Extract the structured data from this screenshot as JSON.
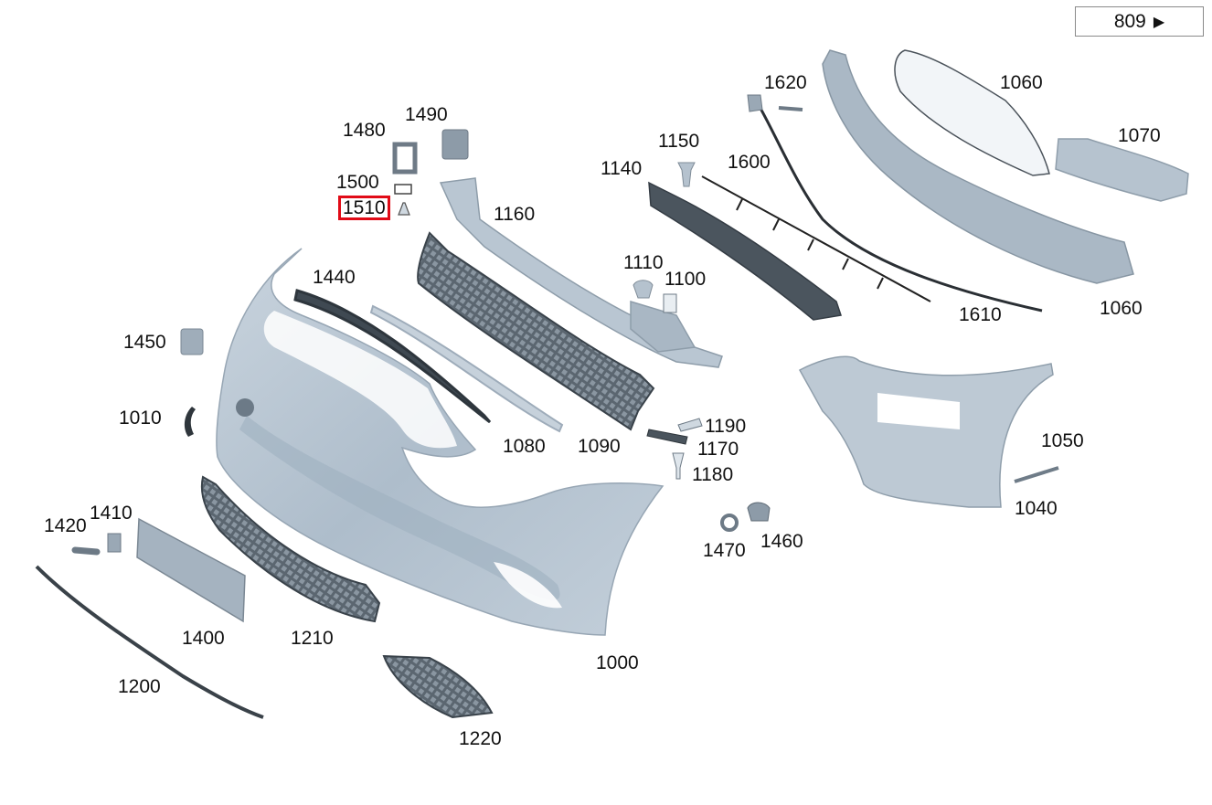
{
  "page_ref": {
    "number": "809",
    "arrow_icon": "right-arrow-icon"
  },
  "highlighted_part": "1510",
  "colors": {
    "part_fill": "#b7c5d2",
    "part_dark": "#5d6a75",
    "part_mid": "#8b9aa8",
    "highlight": "#e10b17"
  },
  "labels": {
    "p1000": "1000",
    "p1010": "1010",
    "p1040": "1040",
    "p1050": "1050",
    "p1060a": "1060",
    "p1060b": "1060",
    "p1070": "1070",
    "p1080": "1080",
    "p1090": "1090",
    "p1100": "1100",
    "p1110": "1110",
    "p1140": "1140",
    "p1150": "1150",
    "p1160": "1160",
    "p1170": "1170",
    "p1180": "1180",
    "p1190": "1190",
    "p1200": "1200",
    "p1210": "1210",
    "p1220": "1220",
    "p1400": "1400",
    "p1410": "1410",
    "p1420": "1420",
    "p1440": "1440",
    "p1450": "1450",
    "p1460": "1460",
    "p1470": "1470",
    "p1480": "1480",
    "p1490": "1490",
    "p1500": "1500",
    "p1510": "1510",
    "p1600": "1600",
    "p1610": "1610",
    "p1620": "1620"
  }
}
